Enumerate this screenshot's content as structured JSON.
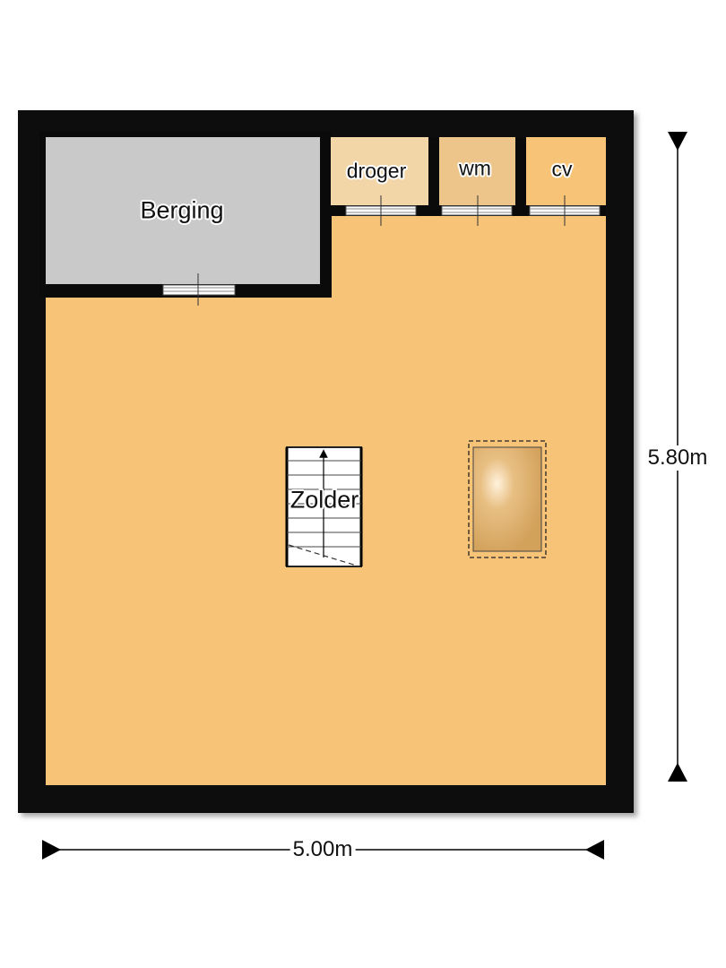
{
  "rooms": {
    "berging": "Berging",
    "droger": "droger",
    "wm": "wm",
    "cv": "cv",
    "zolder": "Zolder"
  },
  "dimensions": {
    "width": "5.00m",
    "height": "5.80m"
  },
  "colors": {
    "wall": "#0a0a0a",
    "floor": "#f7c377",
    "storage": "#c9c9c9",
    "closet_light": "#f2d6a8",
    "closet_mid": "#edc58a",
    "skylight": "#d9a85e"
  }
}
